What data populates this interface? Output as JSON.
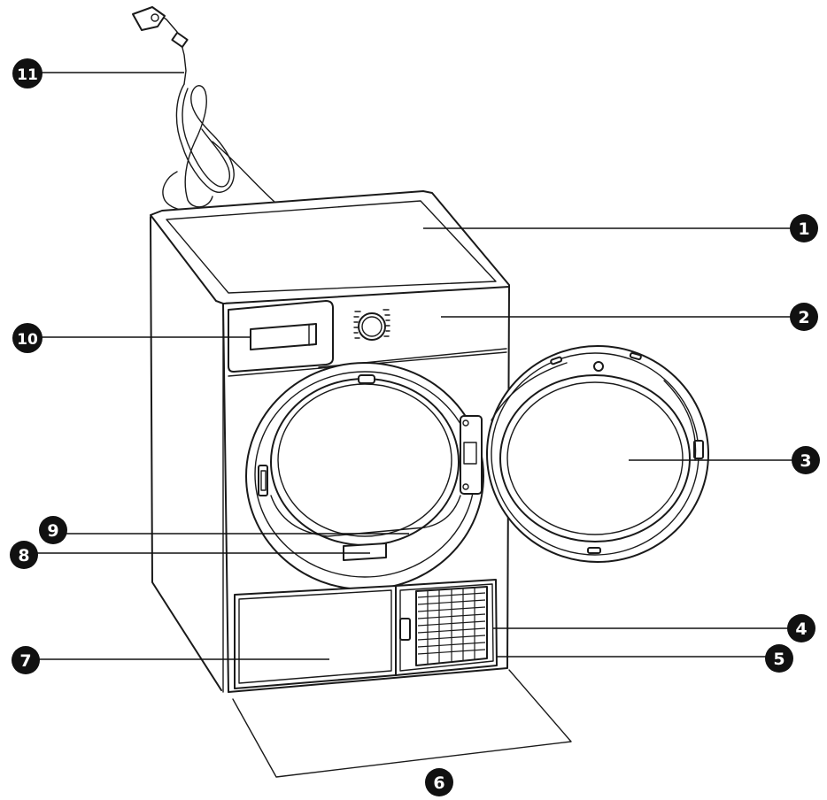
{
  "callouts": [
    {
      "id": "callout-1",
      "label": "1"
    },
    {
      "id": "callout-2",
      "label": "2"
    },
    {
      "id": "callout-3",
      "label": "3"
    },
    {
      "id": "callout-4",
      "label": "4"
    },
    {
      "id": "callout-5",
      "label": "5"
    },
    {
      "id": "callout-6",
      "label": "6"
    },
    {
      "id": "callout-7",
      "label": "7"
    },
    {
      "id": "callout-8",
      "label": "8"
    },
    {
      "id": "callout-9",
      "label": "9"
    },
    {
      "id": "callout-10",
      "label": "10"
    },
    {
      "id": "callout-11",
      "label": "11"
    }
  ]
}
